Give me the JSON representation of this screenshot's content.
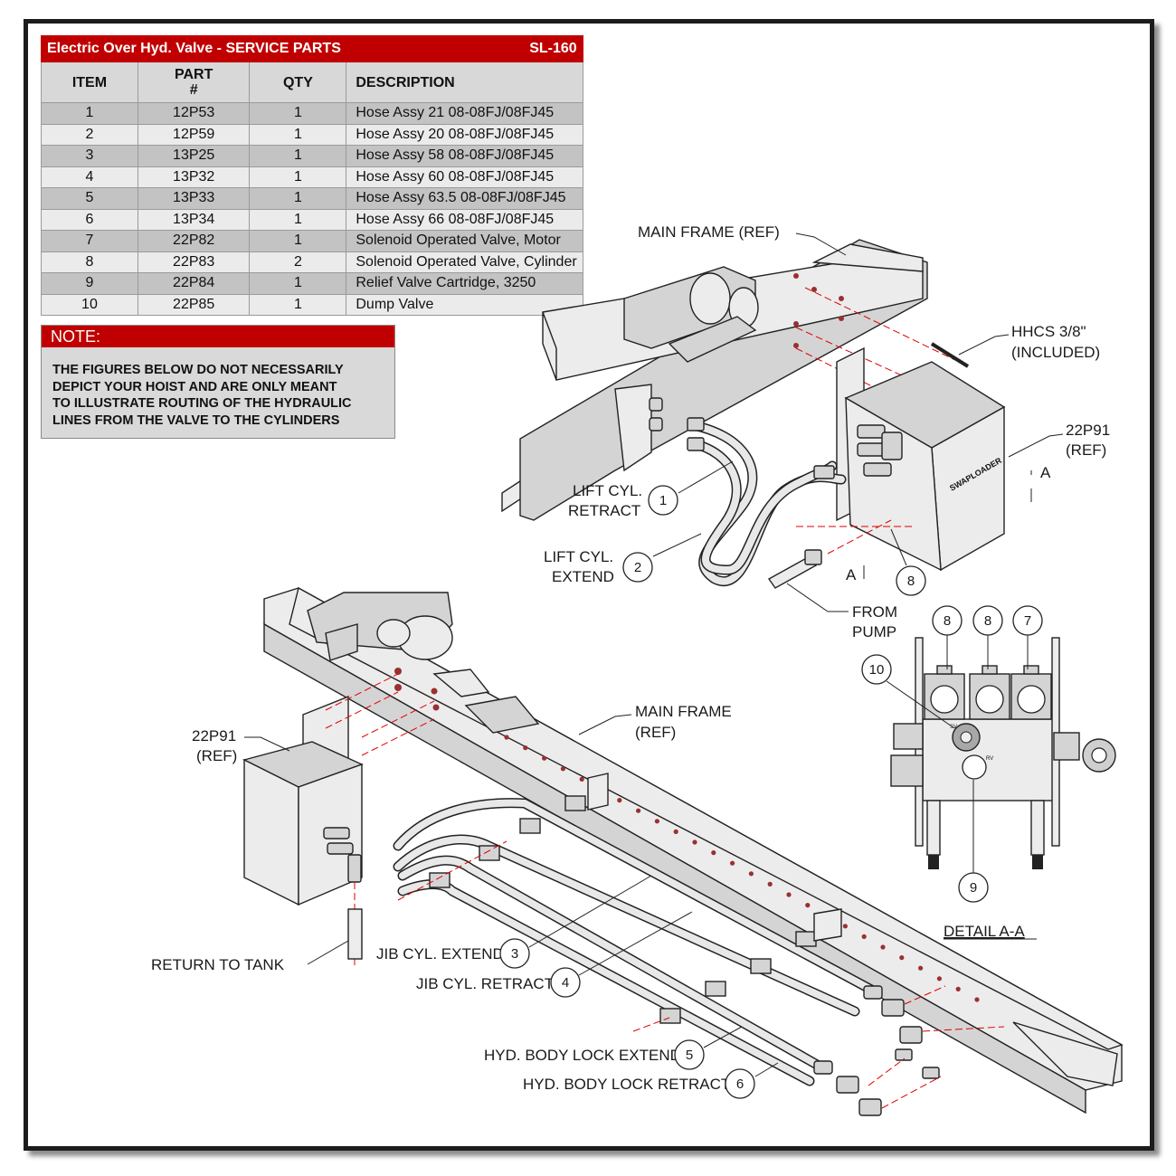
{
  "table": {
    "title": "Electric Over Hyd. Valve - SERVICE PARTS",
    "sheet": "SL-160",
    "headers": {
      "item": "ITEM",
      "part_line1": "PART",
      "part_line2": "#",
      "qty": "QTY",
      "description": "DESCRIPTION"
    },
    "rows": [
      {
        "item": "1",
        "part": "12P53",
        "qty": "1",
        "description": "Hose Assy 21 08-08FJ/08FJ45"
      },
      {
        "item": "2",
        "part": "12P59",
        "qty": "1",
        "description": "Hose Assy 20 08-08FJ/08FJ45"
      },
      {
        "item": "3",
        "part": "13P25",
        "qty": "1",
        "description": "Hose Assy 58 08-08FJ/08FJ45"
      },
      {
        "item": "4",
        "part": "13P32",
        "qty": "1",
        "description": "Hose Assy 60 08-08FJ/08FJ45"
      },
      {
        "item": "5",
        "part": "13P33",
        "qty": "1",
        "description": "Hose Assy 63.5 08-08FJ/08FJ45"
      },
      {
        "item": "6",
        "part": "13P34",
        "qty": "1",
        "description": "Hose Assy 66 08-08FJ/08FJ45"
      },
      {
        "item": "7",
        "part": "22P82",
        "qty": "1",
        "description": "Solenoid Operated Valve, Motor"
      },
      {
        "item": "8",
        "part": "22P83",
        "qty": "2",
        "description": "Solenoid Operated Valve, Cylinder"
      },
      {
        "item": "9",
        "part": "22P84",
        "qty": "1",
        "description": "Relief Valve Cartridge, 3250"
      },
      {
        "item": "10",
        "part": "22P85",
        "qty": "1",
        "description": "Dump Valve"
      }
    ]
  },
  "note": {
    "heading": "NOTE:",
    "lines": [
      "THE FIGURES BELOW DO NOT NECESSARILY",
      "DEPICT YOUR HOIST AND ARE ONLY MEANT",
      "TO ILLUSTRATE ROUTING OF THE HYDRAULIC",
      "LINES FROM THE VALVE TO THE CYLINDERS"
    ]
  },
  "labels": {
    "main_frame_top": "MAIN FRAME (REF)",
    "hhcs_line1": "HHCS 3/8\"",
    "hhcs_line2": "(INCLUDED)",
    "valve_ref_top_line1": "22P91",
    "valve_ref_top_line2": "(REF)",
    "section_a_top": "A",
    "section_a_bottom": "A",
    "lift_retract_line1": "LIFT CYL.",
    "lift_retract_line2": "RETRACT",
    "lift_extend_line1": "LIFT CYL.",
    "lift_extend_line2": "EXTEND",
    "from_pump_line1": "FROM",
    "from_pump_line2": "PUMP",
    "main_frame_bottom_line1": "MAIN FRAME",
    "main_frame_bottom_line2": "(REF)",
    "valve_ref_bottom_line1": "22P91",
    "valve_ref_bottom_line2": "(REF)",
    "return_to_tank": "RETURN TO TANK",
    "jib_extend": "JIB CYL. EXTEND",
    "jib_retract": "JIB CYL. RETRACT",
    "body_lock_extend": "HYD. BODY LOCK EXTEND",
    "body_lock_retract": "HYD. BODY LOCK RETRACT",
    "detail_title": "DETAIL A-A",
    "brand": "SWAPLOADER",
    "port_sv": "SV",
    "port_rv": "RV"
  },
  "balloons": {
    "b1": "1",
    "b2": "2",
    "b3": "3",
    "b4": "4",
    "b5": "5",
    "b6": "6",
    "b8_top": "8",
    "d8a": "8",
    "d8b": "8",
    "d7": "7",
    "d10": "10",
    "d9": "9"
  },
  "colors": {
    "accent_red": "#c00000",
    "frame": "#1c1c1c"
  }
}
